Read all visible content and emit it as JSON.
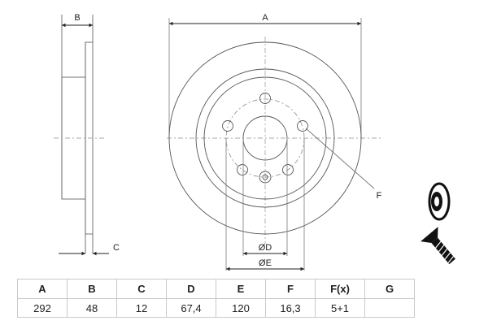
{
  "drawing": {
    "labels": {
      "A": "A",
      "B": "B",
      "C": "C",
      "D": "ØD",
      "E": "ØE",
      "F": "F"
    },
    "icons": [
      "brake-disc-icon",
      "screw-icon"
    ]
  },
  "table": {
    "headers": [
      "A",
      "B",
      "C",
      "D",
      "E",
      "F",
      "F(x)",
      "G"
    ],
    "values": [
      "292",
      "48",
      "12",
      "67,4",
      "120",
      "16,3",
      "5+1",
      ""
    ]
  }
}
